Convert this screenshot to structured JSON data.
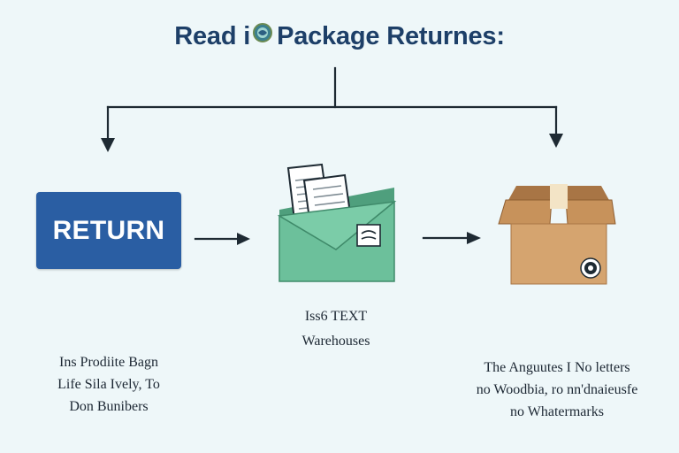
{
  "title": "Read i  Package Returnes:",
  "title_parts": {
    "before": "Read i",
    "after": "Package Returnes:"
  },
  "nodes": {
    "return_button": {
      "label": "RETURN"
    },
    "envelope": {
      "icon": "envelope-with-documents-icon"
    },
    "box": {
      "icon": "cardboard-box-icon"
    }
  },
  "captions": {
    "left": [
      "Ins Prodiite Bagn",
      "Life Sila Ively, To",
      "Don Bunibers"
    ],
    "middle": [
      "Iss6 TEXT",
      "Warehouses"
    ],
    "right": [
      "The Anguutes I No letters",
      "no Woodbia, ro nn'dnaieusfe",
      "no Whatermarks"
    ]
  },
  "colors": {
    "background": "#eef7f9",
    "title": "#1d3f68",
    "return_button": "#2a5ea3",
    "envelope": "#6cc09b",
    "box": "#d5a46f",
    "arrow": "#1e2a33"
  }
}
